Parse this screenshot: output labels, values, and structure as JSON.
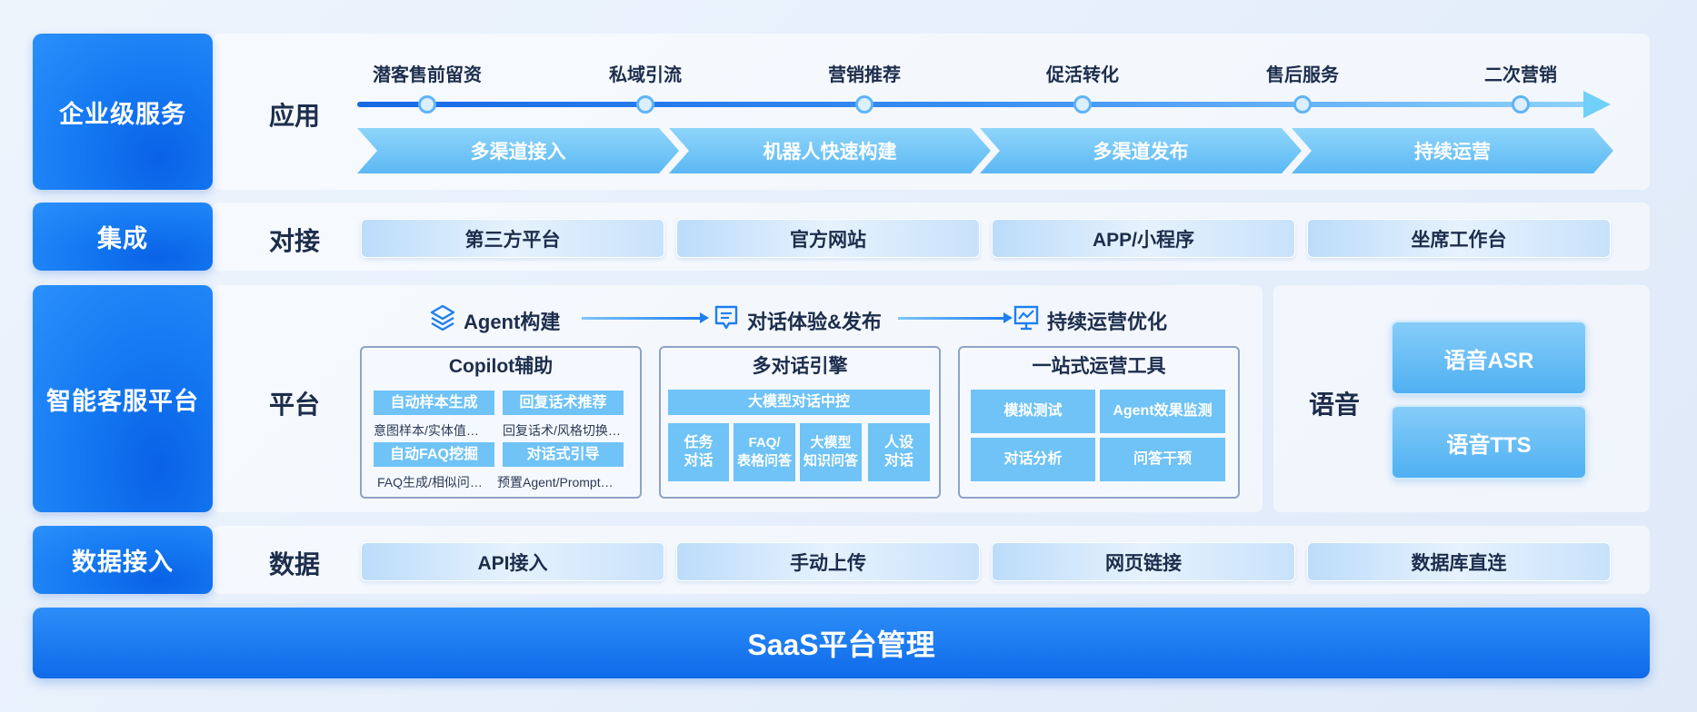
{
  "rows": {
    "enterprise": {
      "label": "企业级服务",
      "section": "应用"
    },
    "integration": {
      "label": "集成",
      "section": "对接"
    },
    "platform": {
      "label": "智能客服平台",
      "section": "平台"
    },
    "data": {
      "label": "数据接入",
      "section": "数据"
    }
  },
  "application": {
    "stages": [
      "潜客售前留资",
      "私域引流",
      "营销推荐",
      "促活转化",
      "售后服务",
      "二次营销"
    ],
    "phases": [
      "多渠道接入",
      "机器人快速构建",
      "多渠道发布",
      "持续运营"
    ]
  },
  "integration": {
    "chips": [
      "第三方平台",
      "官方网站",
      "APP/小程序",
      "坐席工作台"
    ]
  },
  "platform": {
    "steps": [
      {
        "label": "Agent构建",
        "icon": "layers-icon"
      },
      {
        "label": "对话体验&发布",
        "icon": "chat-icon"
      },
      {
        "label": "持续运营优化",
        "icon": "trend-chart-icon"
      }
    ],
    "copilot": {
      "title": "Copilot辅助",
      "tags": [
        "自动样本生成",
        "回复话术推荐",
        "自动FAQ挖掘",
        "对话式引导"
      ],
      "subs": [
        "意图样本/实体值…",
        "回复话术/风格切换…",
        "FAQ生成/相似问…",
        "预置Agent/Prompt…"
      ]
    },
    "engine": {
      "title": "多对话引擎",
      "banner": "大模型对话中控",
      "tags": [
        "任务\n对话",
        "FAQ/\n表格问答",
        "大模型\n知识问答",
        "人设\n对话"
      ]
    },
    "ops": {
      "title": "一站式运营工具",
      "tags": [
        "模拟测试",
        "Agent效果监测",
        "对话分析",
        "问答干预"
      ]
    }
  },
  "voice": {
    "label": "语音",
    "buttons": [
      "语音ASR",
      "语音TTS"
    ]
  },
  "data_section": {
    "chips": [
      "API接入",
      "手动上传",
      "网页链接",
      "数据库直连"
    ]
  },
  "footer": {
    "label": "SaaS平台管理"
  },
  "colors": {
    "accent": "#1479f2",
    "light_accent": "#6fc3f6",
    "text": "#1d2d4c"
  }
}
